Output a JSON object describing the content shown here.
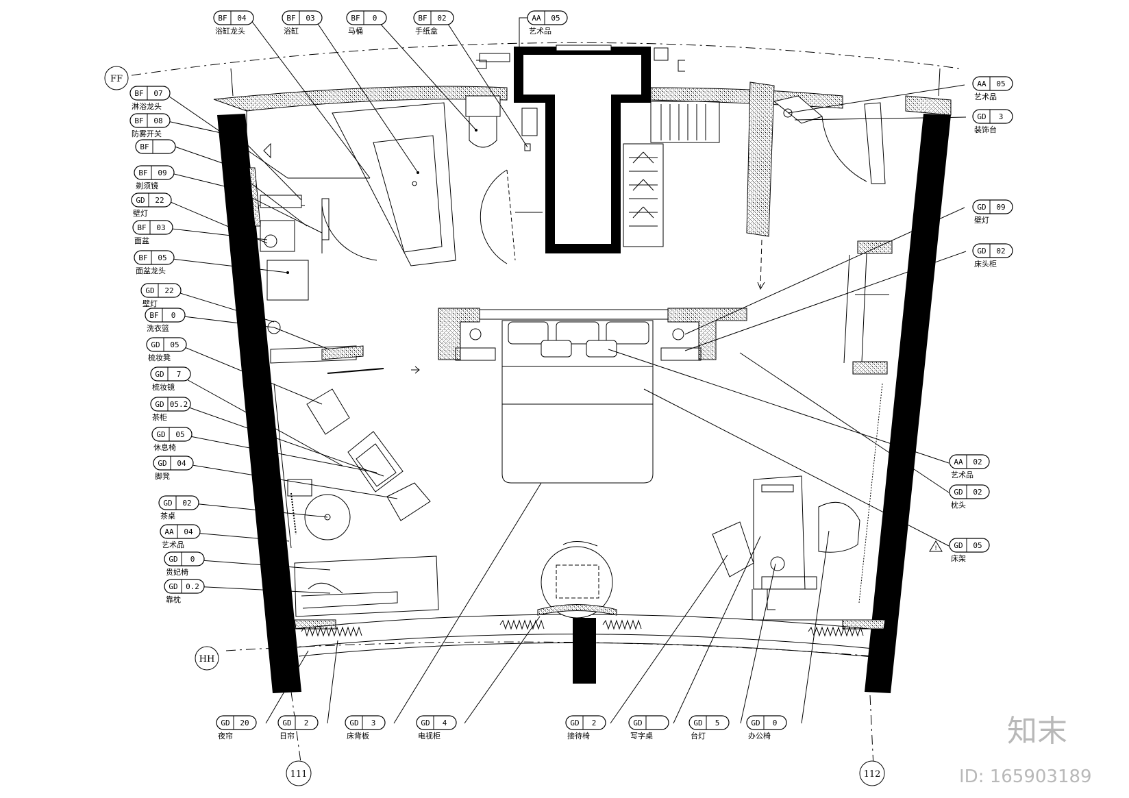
{
  "grid": {
    "ff": "FF",
    "hh": "HH",
    "c111": "111",
    "c112": "112"
  },
  "tags_left": [
    {
      "code": "BF",
      "num": "07",
      "label": "淋浴龙头"
    },
    {
      "code": "BF",
      "num": "08",
      "label": "防雾开关"
    },
    {
      "code": "BF",
      "num": "",
      "label": ""
    },
    {
      "code": "BF",
      "num": "09",
      "label": "剃须镜"
    },
    {
      "code": "GD",
      "num": "22",
      "label": "壁灯"
    },
    {
      "code": "BF",
      "num": "03",
      "label": "面盆"
    },
    {
      "code": "BF",
      "num": "05",
      "label": "面盆龙头"
    },
    {
      "code": "GD",
      "num": "22",
      "label": "壁灯"
    },
    {
      "code": "BF",
      "num": "0",
      "label": "洗衣篮"
    },
    {
      "code": "GD",
      "num": "05",
      "label": "梳妆凳"
    },
    {
      "code": "GD",
      "num": "7",
      "label": "梳妆镜"
    },
    {
      "code": "GD",
      "num": "05.2",
      "label": "茶柜"
    },
    {
      "code": "GD",
      "num": "05",
      "label": "休息椅"
    },
    {
      "code": "GD",
      "num": "04",
      "label": "脚凳"
    },
    {
      "code": "GD",
      "num": "02",
      "label": "茶桌"
    },
    {
      "code": "AA",
      "num": "04",
      "label": "艺术品"
    },
    {
      "code": "GD",
      "num": "0",
      "label": "贵妃椅"
    },
    {
      "code": "GD",
      "num": "0.2",
      "label": "靠枕"
    }
  ],
  "tags_top": [
    {
      "code": "BF",
      "num": "04",
      "label": "浴缸龙头"
    },
    {
      "code": "BF",
      "num": "03",
      "label": "浴缸"
    },
    {
      "code": "BF",
      "num": "0",
      "label": "马桶"
    },
    {
      "code": "BF",
      "num": "02",
      "label": "手纸盒"
    },
    {
      "code": "AA",
      "num": "05",
      "label": "艺术品"
    }
  ],
  "tags_right": [
    {
      "code": "AA",
      "num": "05",
      "label": "艺术品"
    },
    {
      "code": "GD",
      "num": "3",
      "label": "装饰台"
    },
    {
      "code": "GD",
      "num": "09",
      "label": "壁灯"
    },
    {
      "code": "GD",
      "num": "02",
      "label": "床头柜"
    },
    {
      "code": "AA",
      "num": "02",
      "label": "艺术品"
    },
    {
      "code": "GD",
      "num": "02",
      "label": "枕头"
    },
    {
      "code": "GD",
      "num": "05",
      "label": "床架"
    }
  ],
  "tags_bottom": [
    {
      "code": "GD",
      "num": "20",
      "label": "夜帘"
    },
    {
      "code": "GD",
      "num": "2",
      "label": "日帘"
    },
    {
      "code": "GD",
      "num": "3",
      "label": "床背板"
    },
    {
      "code": "GD",
      "num": "4",
      "label": "电视柜"
    },
    {
      "code": "GD",
      "num": "2",
      "label": "接待椅"
    },
    {
      "code": "GD",
      "num": "",
      "label": "写字桌"
    },
    {
      "code": "GD",
      "num": "5",
      "label": "台灯"
    },
    {
      "code": "GD",
      "num": "0",
      "label": "办公椅"
    }
  ],
  "watermark": {
    "brand": "知末",
    "id": "ID: 165903189"
  }
}
